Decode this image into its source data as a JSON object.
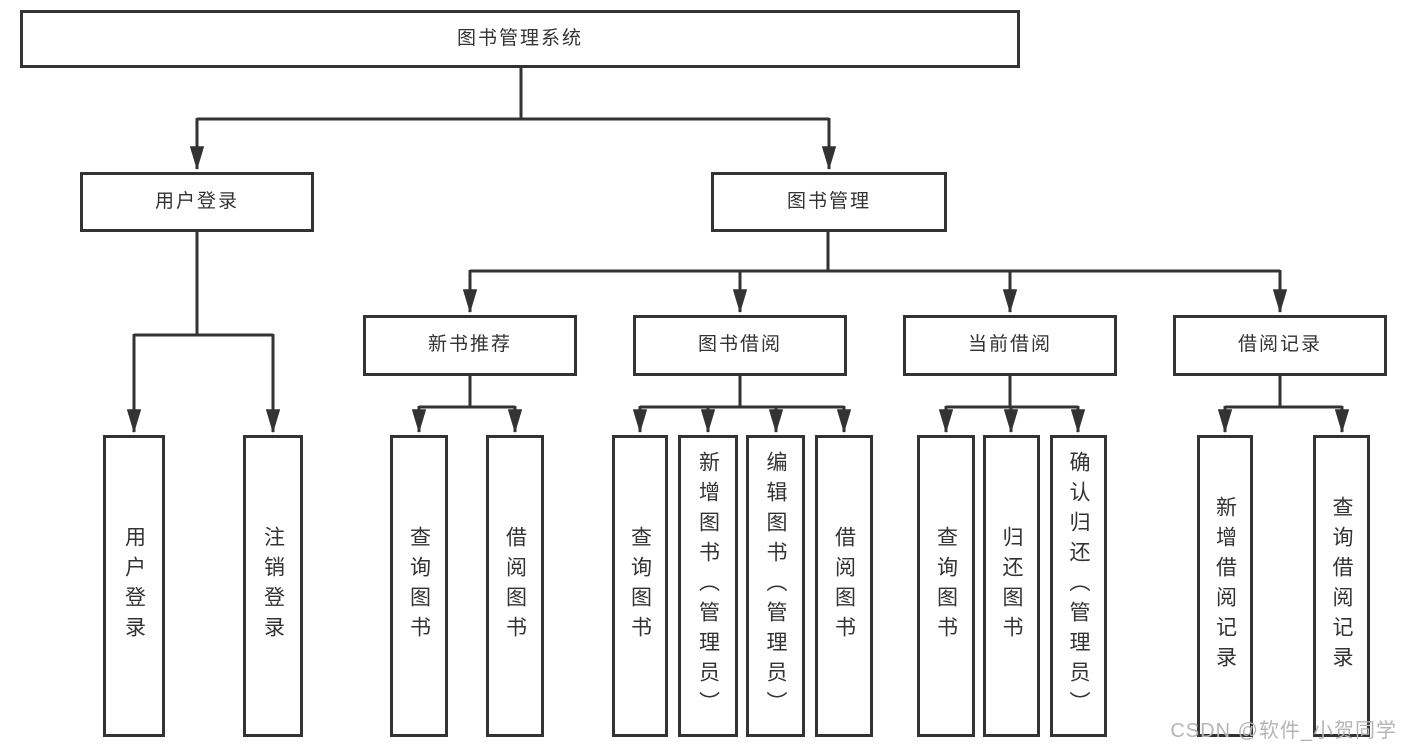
{
  "diagram": {
    "type": "hierarchy-tree",
    "root": {
      "label": "图书管理系统",
      "children": [
        {
          "label": "用户登录",
          "children": [
            {
              "label": "用户登录"
            },
            {
              "label": "注销登录"
            }
          ]
        },
        {
          "label": "图书管理",
          "children": [
            {
              "label": "新书推荐",
              "children": [
                {
                  "label": "查询图书"
                },
                {
                  "label": "借阅图书"
                }
              ]
            },
            {
              "label": "图书借阅",
              "children": [
                {
                  "label": "查询图书"
                },
                {
                  "label": "新增图书（管理员）"
                },
                {
                  "label": "编辑图书（管理员）"
                },
                {
                  "label": "借阅图书"
                }
              ]
            },
            {
              "label": "当前借阅",
              "children": [
                {
                  "label": "查询图书"
                },
                {
                  "label": "归还图书"
                },
                {
                  "label": "确认归还（管理员）"
                }
              ]
            },
            {
              "label": "借阅记录",
              "children": [
                {
                  "label": "新增借阅记录"
                },
                {
                  "label": "查询借阅记录"
                }
              ]
            }
          ]
        }
      ]
    },
    "colors": {
      "line": "#333333",
      "node_background": "#ffffff",
      "text": "#333333",
      "watermark": "#b5b5b5"
    },
    "watermark": "CSDN @软件_小贺同学"
  }
}
